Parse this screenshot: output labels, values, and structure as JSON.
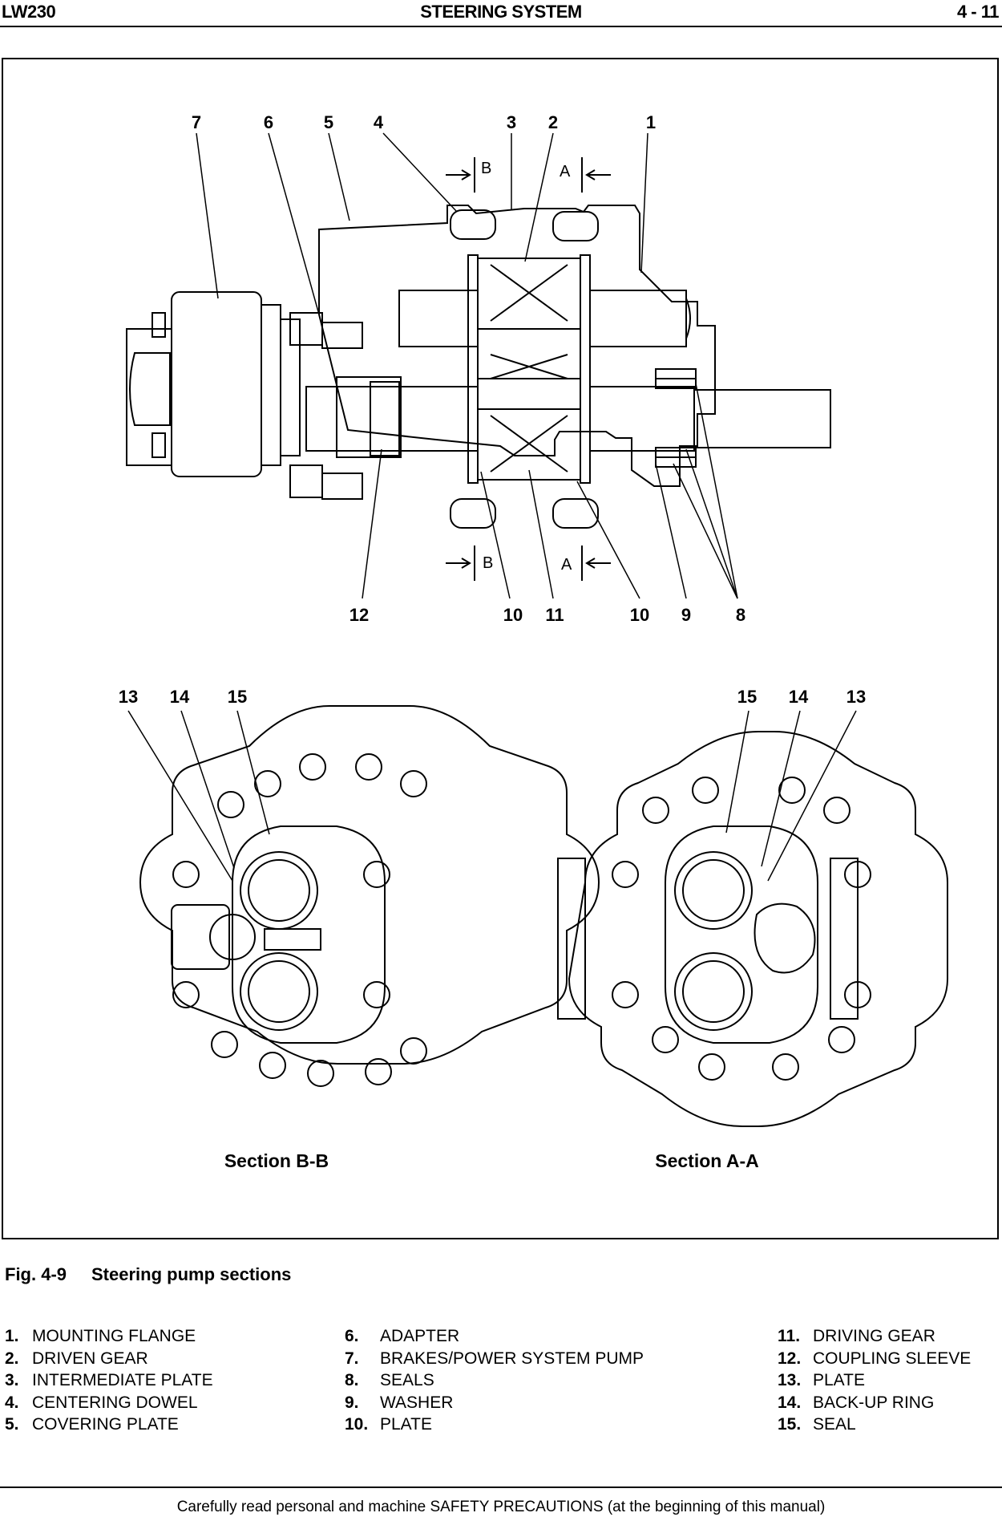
{
  "header": {
    "model": "LW230",
    "section": "STEERING SYSTEM",
    "page": "4 - 11"
  },
  "figure": {
    "top_callouts": [
      "7",
      "6",
      "5",
      "4",
      "3",
      "2",
      "1"
    ],
    "bottom_callouts": [
      "12",
      "10",
      "11",
      "10",
      "9",
      "8"
    ],
    "section_markers": [
      "B",
      "A",
      "B",
      "A"
    ],
    "left_callouts": [
      "13",
      "14",
      "15"
    ],
    "right_callouts": [
      "15",
      "14",
      "13"
    ],
    "section_bb_label": "Section B-B",
    "section_aa_label": "Section A-A"
  },
  "caption": {
    "number": "Fig. 4-9",
    "text": "Steering pump sections"
  },
  "parts": [
    {
      "num": "1.",
      "name": "MOUNTING FLANGE"
    },
    {
      "num": "2.",
      "name": "DRIVEN GEAR"
    },
    {
      "num": "3.",
      "name": "INTERMEDIATE PLATE"
    },
    {
      "num": "4.",
      "name": "CENTERING DOWEL"
    },
    {
      "num": "5.",
      "name": "COVERING PLATE"
    },
    {
      "num": "6.",
      "name": "ADAPTER"
    },
    {
      "num": "7.",
      "name": "BRAKES/POWER SYSTEM PUMP"
    },
    {
      "num": "8.",
      "name": "SEALS"
    },
    {
      "num": "9.",
      "name": "WASHER"
    },
    {
      "num": "10.",
      "name": "PLATE"
    },
    {
      "num": "11.",
      "name": "DRIVING GEAR"
    },
    {
      "num": "12.",
      "name": "COUPLING SLEEVE"
    },
    {
      "num": "13.",
      "name": "PLATE"
    },
    {
      "num": "14.",
      "name": "BACK-UP RING"
    },
    {
      "num": "15.",
      "name": "SEAL"
    }
  ],
  "footer": {
    "text": "Carefully read personal and machine SAFETY PRECAUTIONS (at the beginning of this manual)"
  }
}
